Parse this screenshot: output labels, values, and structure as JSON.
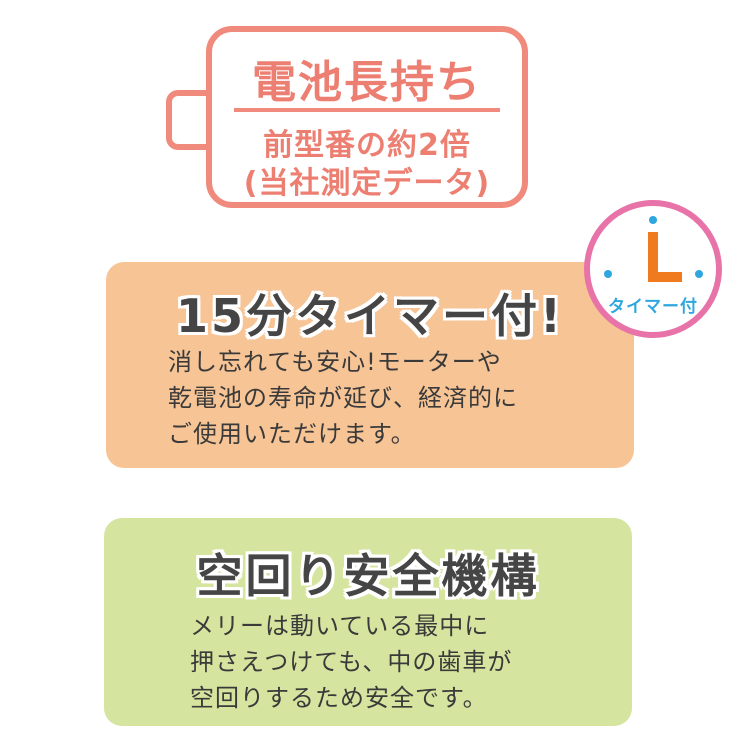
{
  "battery": {
    "title": "電池長持ち",
    "subtitle_line1": "前型番の約2倍",
    "subtitle_line2": "(当社測定データ)",
    "color": "#ef8a7c"
  },
  "timer_feature": {
    "title": "15分タイマー付!",
    "body_lines": [
      "消し忘れても安心!モーターや",
      "乾電池の寿命が延び、経済的に",
      "ご使用いただけます。"
    ],
    "panel_color": "#f7c496"
  },
  "timer_badge": {
    "label": "タイマー付",
    "icon": "clock-icon",
    "ring_color": "#e873a8",
    "hand_color": "#f07b1e",
    "dot_color": "#2ea7e0"
  },
  "safety_feature": {
    "title": "空回り安全機構",
    "body_lines": [
      "メリーは動いている最中に",
      "押さえつけても、中の歯車が",
      "空回りするため安全です。"
    ],
    "panel_color": "#d5e59f"
  }
}
